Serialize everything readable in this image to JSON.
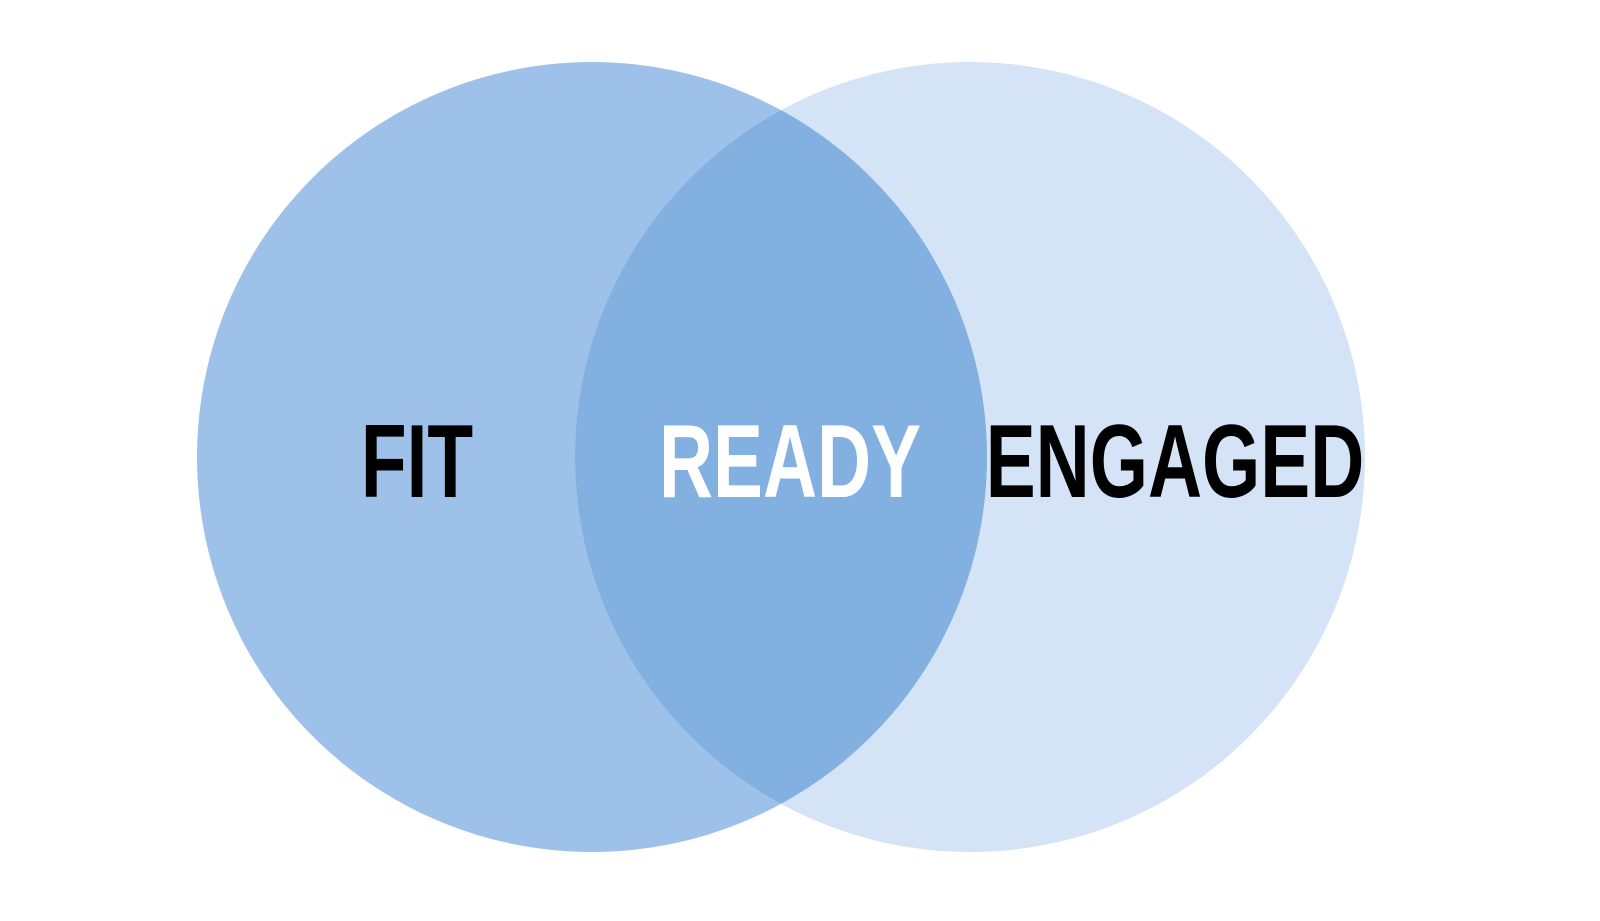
{
  "diagram": {
    "type": "venn",
    "sets": [
      {
        "label": "FIT",
        "color": "#9DC1E8"
      },
      {
        "label": "ENGAGED",
        "color": "#D4E3F5"
      }
    ],
    "intersection": {
      "label": "READY",
      "color": "#82B0E0"
    },
    "text_colors": {
      "set": "#000000",
      "intersection": "#ffffff"
    }
  }
}
